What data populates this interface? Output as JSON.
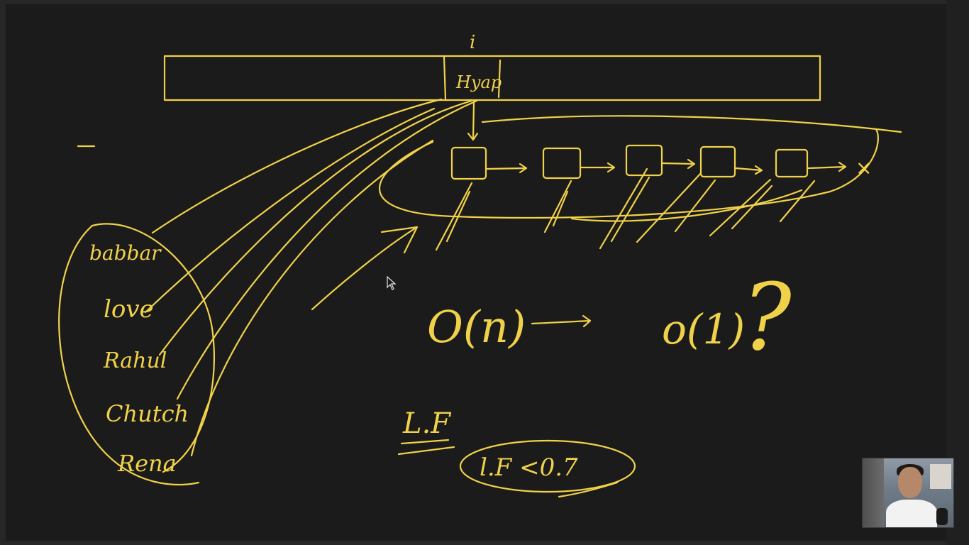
{
  "whiteboard": {
    "index_label": "i",
    "bucket_label": "Hyap",
    "list_end_marker": "×",
    "keys": [
      "babbar",
      "love",
      "Rahul",
      "Chutch",
      "Rena"
    ],
    "complexity_from": "O(n)",
    "complexity_to": "o(1)",
    "question_mark": "?",
    "load_factor_label": "L.F",
    "load_factor_rule": "l.F <0.7",
    "dash_mark": "—"
  },
  "colors": {
    "ink": "#f0d24a",
    "background": "#1c1b1b"
  },
  "icons": [
    "mouse-pointer-icon"
  ],
  "webcam": {
    "present": true
  }
}
